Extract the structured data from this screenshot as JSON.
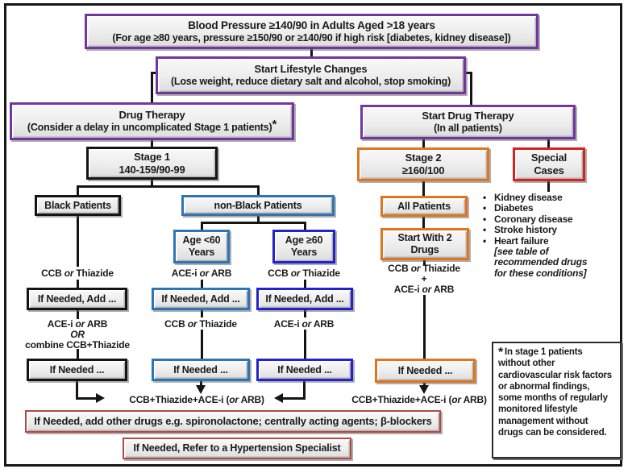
{
  "colors": {
    "purple": "#7335A2",
    "orange": "#E0751B",
    "red": "#D62222",
    "steel_blue": "#2E75B6",
    "dark_blue": "#2323CC",
    "brick": "#B04A45",
    "line": "#141414",
    "box_fill": "#EDEDED"
  },
  "boxes": {
    "blood_pressure": {
      "line1": "Blood Pressure ≥140/90 in Adults Aged >18 years",
      "line2": "(For age ≥80 years, pressure ≥150/90 or ≥140/90 if high risk [diabetes, kidney disease])"
    },
    "lifestyle": {
      "line1": "Start Lifestyle Changes",
      "line2": "(Lose weight, reduce dietary salt and alcohol, stop smoking)"
    },
    "drug_therapy": {
      "line1": "Drug Therapy",
      "line2_rich": [
        {
          "t": "(Consider a delay in uncomplicated Stage 1 patients)"
        },
        {
          "t": "*",
          "c": "sup"
        }
      ]
    },
    "start_drug_therapy": {
      "line1": "Start Drug Therapy",
      "line2": "(In all patients)"
    },
    "stage1": {
      "line1": "Stage 1",
      "line2": "140-159/90-99"
    },
    "stage2": {
      "line1": "Stage 2",
      "line2": "≥160/100"
    },
    "special_cases": {
      "line1": "Special",
      "line2": "Cases"
    },
    "black_patients": "Black Patients",
    "non_black_patients": "non-Black Patients",
    "age_under_60": {
      "line1": "Age <60",
      "line2": "Years"
    },
    "age_over_60": {
      "line1": "Age ≥60",
      "line2": "Years"
    },
    "all_patients": "All Patients",
    "start_with_2": {
      "line1": "Start With 2",
      "line2": "Drugs"
    },
    "if_needed_add": "If Needed, Add ...",
    "if_needed": "If Needed ...",
    "add_other_drugs": "If Needed, add other drugs e.g. spironolactone; centrally acting agents; β-blockers",
    "refer_specialist": "If Needed, Refer to a Hypertension Specialist"
  },
  "labels": {
    "ccb_or_thiazide": [
      {
        "t": "CCB "
      },
      {
        "t": "or",
        "c": "it"
      },
      {
        "t": " Thiazide"
      }
    ],
    "ace_or_arb": [
      {
        "t": "ACE-i "
      },
      {
        "t": "or",
        "c": "it"
      },
      {
        "t": " ARB"
      }
    ],
    "or_caps": [
      {
        "t": "OR",
        "c": "it"
      }
    ],
    "combine_ccb_thiazide": [
      {
        "t": "combine CCB+Thiazide"
      }
    ],
    "plus": "+",
    "triple_combo": [
      {
        "t": "CCB+Thiazide+ACE-i ("
      },
      {
        "t": "or",
        "c": "it"
      },
      {
        "t": " ARB)"
      }
    ]
  },
  "special_list": {
    "bullets": [
      "Kidney disease",
      "Diabetes",
      "Coronary disease",
      "Stroke history",
      "Heart failure"
    ],
    "note_lines": [
      "[see table of",
      "recommended drugs",
      "for these conditions]"
    ]
  },
  "footnote": {
    "asterisk": "*",
    "text": "In stage 1 patients without other cardiovascular risk factors or abnormal findings, some months of regularly monitored lifestyle management without drugs can be considered."
  }
}
